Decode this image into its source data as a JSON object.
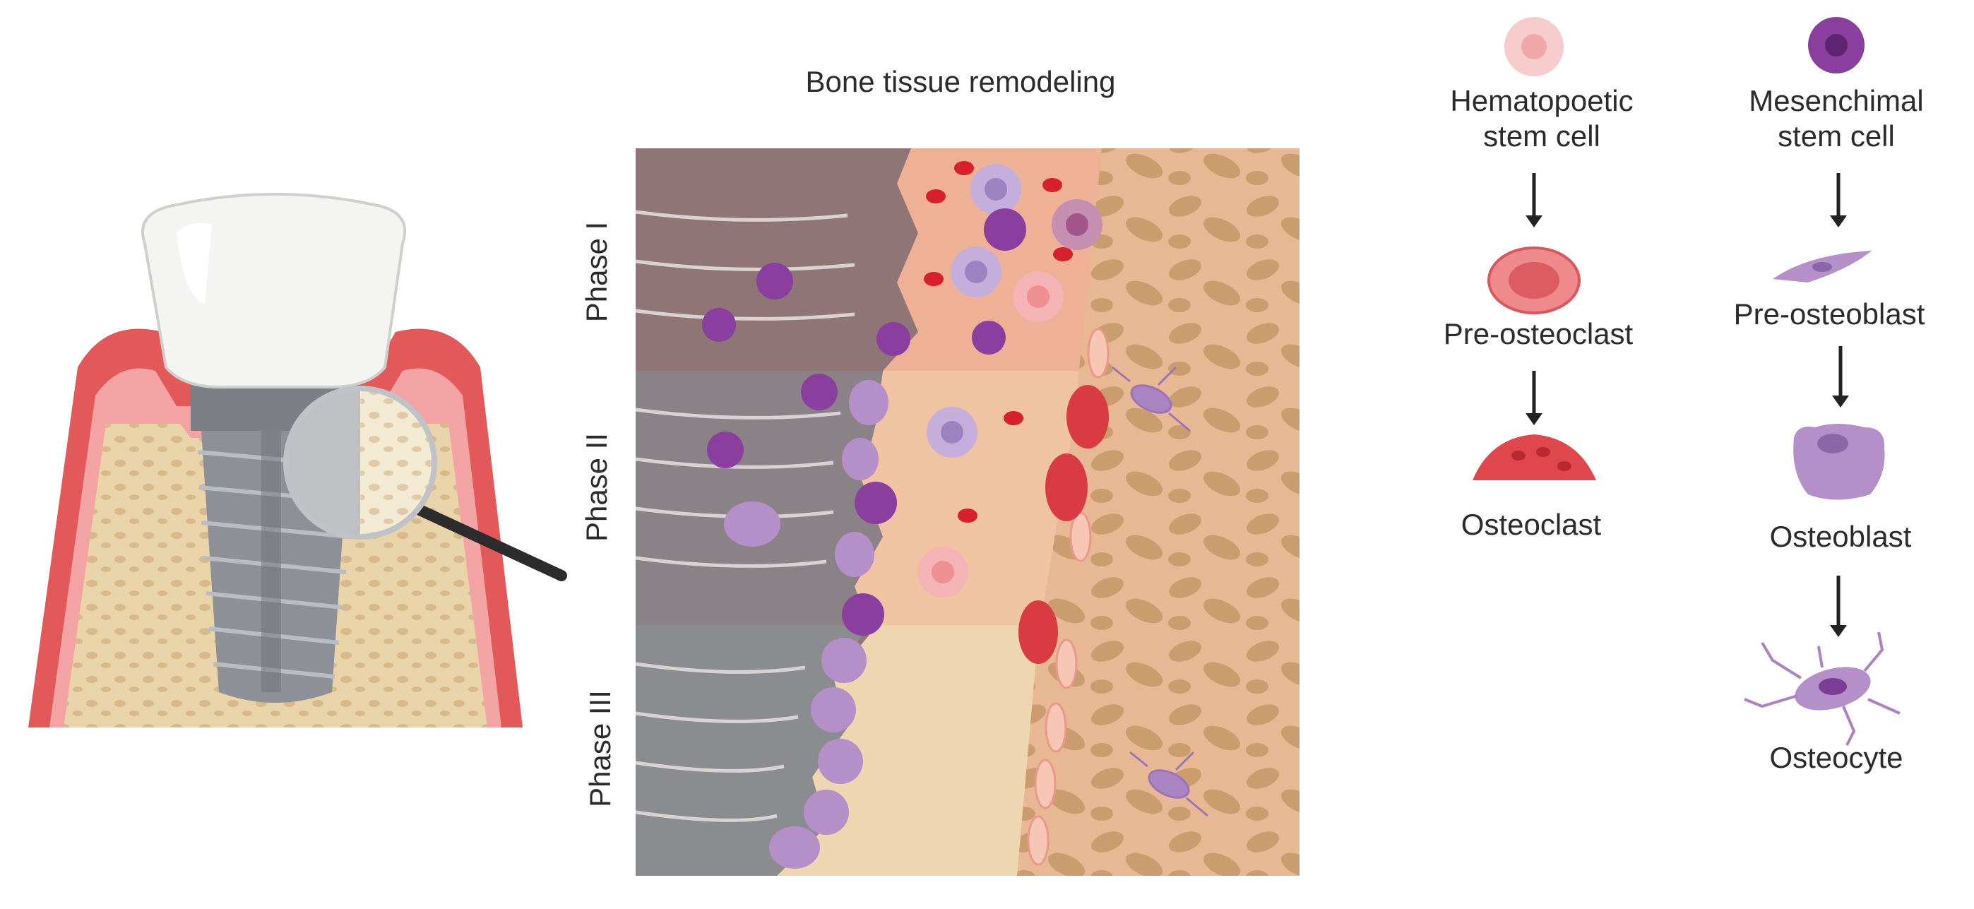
{
  "title": "Bone tissue remodeling",
  "phases": [
    "Phase I",
    "Phase II",
    "Phase III"
  ],
  "lineage_left": {
    "stem": "Hematopoetic\nstem cell",
    "stem_line1": "Hematopoetic",
    "stem_line2": "stem cell",
    "stage2": "Pre-osteoclast",
    "stage3": "Osteoclast"
  },
  "lineage_right": {
    "stem_line1": "Mesenchimal",
    "stem_line2": "stem cell",
    "stage2": "Pre-osteoblast",
    "stage3": "Osteoblast",
    "stage4": "Osteocyte"
  },
  "colors": {
    "gum": "#e04a4a",
    "bone": "#e9d3a8",
    "implant": "#8a8c90",
    "osteoclast": "#e0474c",
    "osteoblast": "#b58fc8",
    "hematopoietic": "#f2b8bb",
    "mesenchymal": "#8a3f9e"
  }
}
